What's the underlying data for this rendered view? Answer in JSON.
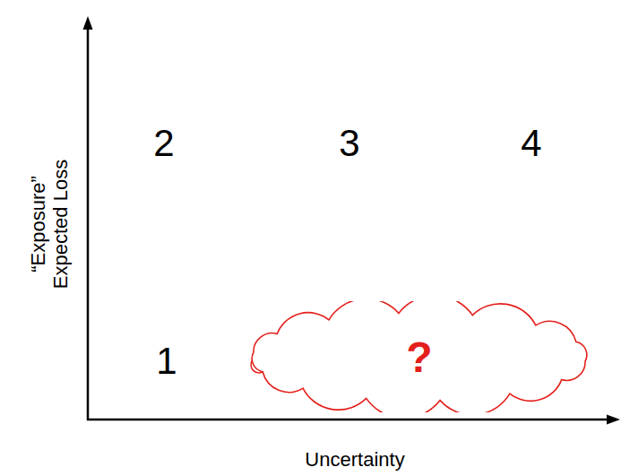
{
  "diagram": {
    "nodes": [
      {
        "text": [
          "?"
        ]
      }
    ],
    "labels": [
      "2",
      "3",
      "4",
      "1",
      "“Exposure” Expected Loss",
      "Uncertainty"
    ]
  }
}
